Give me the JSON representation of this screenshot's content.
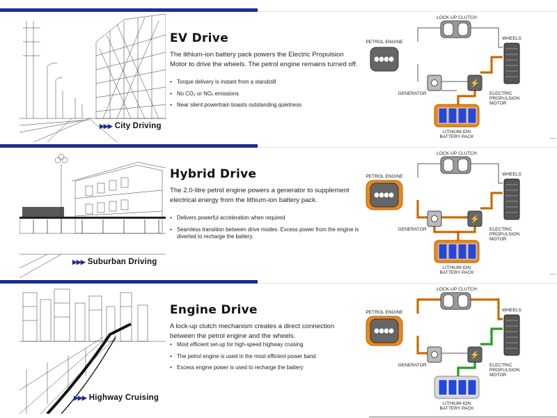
{
  "sections": [
    {
      "title": "EV Drive",
      "description": "The lithium-ion battery pack powers the Electric Propulsion Motor to drive the wheels. The petrol engine remains turned off.",
      "bullets": [
        "Torque delivery is instant from a standstill",
        "No CO₂ or NOₓ emissions",
        "Near silent powertrain boasts outstanding quietness"
      ],
      "caption": "City Driving"
    },
    {
      "title": "Hybrid Drive",
      "description": "The 2.0-litre petrol engine powers a generator to supplement electrical energy from the lithium-ion battery pack.",
      "bullets": [
        "Delivers powerful acceleration when required",
        "Seamless transition between drive modes. Excess power from the engine is diverted to recharge the battery."
      ],
      "caption": "Suburban Driving"
    },
    {
      "title": "Engine Drive",
      "description": "A lock-up clutch mechanism creates a direct connection between the petrol engine and the wheels.",
      "bullets": [
        "Most efficient set-up for high-speed highway cruising",
        "The petrol engine is used in the most efficient power band",
        "Excess engine power is used to recharge the battery"
      ],
      "caption": "Highway Cruising"
    }
  ],
  "diagram_labels": {
    "lockup_clutch": "LOCK-UP CLUTCH",
    "petrol_engine": "PETROL ENGINE",
    "wheels": "WHEELS",
    "generator": "GENERATOR",
    "motor_line1": "ELECTRIC",
    "motor_line2": "PROPULSION",
    "motor_line3": "MOTOR",
    "battery_line1": "LITHIUM-ION",
    "battery_line2": "BATTERY PACK"
  },
  "caption_arrows": "▶▶▶",
  "colors": {
    "accent_blue": "#1f2d8a",
    "flow_orange": "#e8891c",
    "flow_green": "#3fb33f",
    "battery_blue": "#2447d8"
  }
}
